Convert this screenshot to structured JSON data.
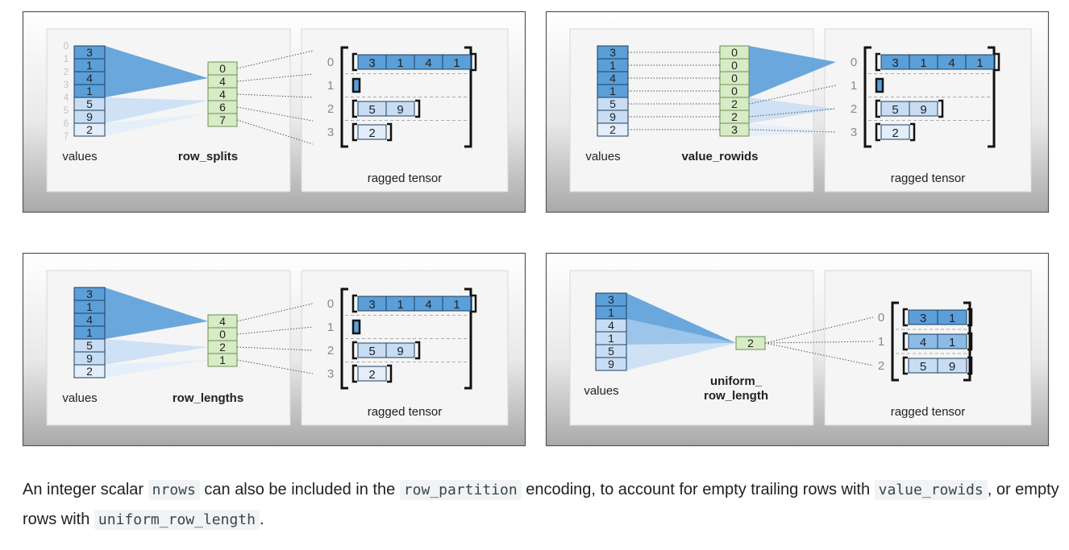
{
  "colors": {
    "dark_blue": "#5b9fd9",
    "light_blue": "#c8ddf3",
    "very_light_blue": "#e3eefa",
    "green": "#d7ebc6",
    "green_border": "#6b8f55",
    "text": "#222222",
    "grey_text": "#8a8a8a"
  },
  "panels": [
    {
      "id": "row_splits",
      "values_label": "values",
      "encoding_label_lines": [
        "row_splits"
      ],
      "tensor_label": "ragged tensor",
      "values": [
        "3",
        "1",
        "4",
        "1",
        "5",
        "9",
        "2"
      ],
      "value_shades": [
        "dark",
        "dark",
        "dark",
        "dark",
        "light",
        "light",
        "vlight"
      ],
      "value_indices": [
        "0",
        "1",
        "2",
        "3",
        "4",
        "5",
        "6",
        "7"
      ],
      "encoding_values": [
        "0",
        "4",
        "4",
        "6",
        "7"
      ],
      "row_indices": [
        "0",
        "1",
        "2",
        "3"
      ],
      "rows": [
        [
          "3",
          "1",
          "4",
          "1"
        ],
        [],
        [
          "5",
          "9"
        ],
        [
          "2"
        ]
      ]
    },
    {
      "id": "value_rowids",
      "values_label": "values",
      "encoding_label_lines": [
        "value_rowids"
      ],
      "tensor_label": "ragged tensor",
      "values": [
        "3",
        "1",
        "4",
        "1",
        "5",
        "9",
        "2"
      ],
      "value_shades": [
        "dark",
        "dark",
        "dark",
        "dark",
        "light",
        "light",
        "vlight"
      ],
      "encoding_values": [
        "0",
        "0",
        "0",
        "0",
        "2",
        "2",
        "3"
      ],
      "row_indices": [
        "0",
        "1",
        "2",
        "3"
      ],
      "rows": [
        [
          "3",
          "1",
          "4",
          "1"
        ],
        [],
        [
          "5",
          "9"
        ],
        [
          "2"
        ]
      ]
    },
    {
      "id": "row_lengths",
      "values_label": "values",
      "encoding_label_lines": [
        "row_lengths"
      ],
      "tensor_label": "ragged tensor",
      "values": [
        "3",
        "1",
        "4",
        "1",
        "5",
        "9",
        "2"
      ],
      "value_shades": [
        "dark",
        "dark",
        "dark",
        "dark",
        "light",
        "light",
        "vlight"
      ],
      "encoding_values": [
        "4",
        "0",
        "2",
        "1"
      ],
      "row_indices": [
        "0",
        "1",
        "2",
        "3"
      ],
      "rows": [
        [
          "3",
          "1",
          "4",
          "1"
        ],
        [],
        [
          "5",
          "9"
        ],
        [
          "2"
        ]
      ]
    },
    {
      "id": "uniform_row_length",
      "values_label": "values",
      "encoding_label_lines": [
        "uniform_",
        "row_length"
      ],
      "tensor_label": "ragged tensor",
      "values": [
        "3",
        "1",
        "4",
        "1",
        "5",
        "9"
      ],
      "value_shades": [
        "dark",
        "dark",
        "light",
        "light",
        "light",
        "light"
      ],
      "encoding_values": [
        "2"
      ],
      "row_indices": [
        "0",
        "1",
        "2"
      ],
      "rows": [
        [
          "3",
          "1"
        ],
        [
          "4",
          "1"
        ],
        [
          "5",
          "9"
        ]
      ]
    }
  ],
  "caption": {
    "t1": "An integer scalar ",
    "c1": "nrows",
    "t2": " can also be included in the ",
    "c2": "row_partition",
    "t3": " encoding, to account for empty trailing rows with ",
    "c3": "value_rowids",
    "t4": ", or empty rows with ",
    "c4": "uniform_row_length",
    "t5": "."
  }
}
